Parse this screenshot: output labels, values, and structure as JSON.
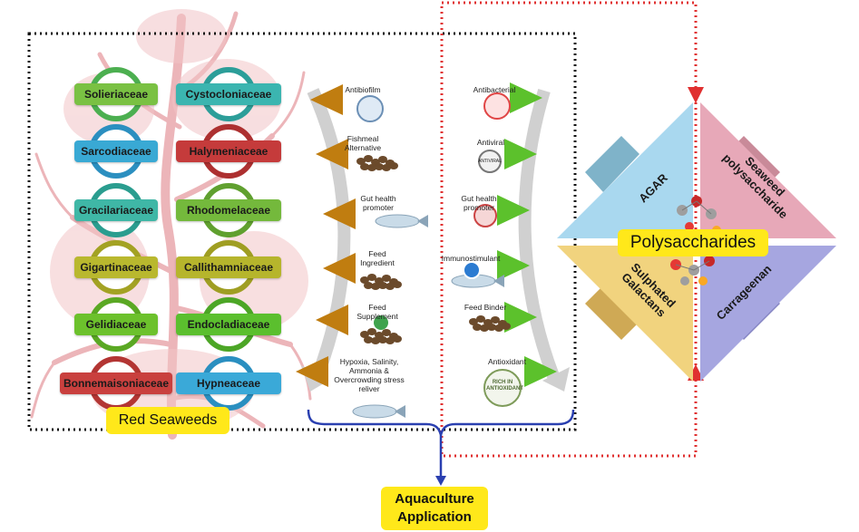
{
  "families_left": [
    {
      "name": "Solieriaceae",
      "color": "#7ac143",
      "ring": "#4caf50"
    },
    {
      "name": "Sarcodiaceae",
      "color": "#39a9d4",
      "ring": "#2b8fc0"
    },
    {
      "name": "Gracilariaceae",
      "color": "#3fb7a6",
      "ring": "#2a9d8f"
    },
    {
      "name": "Gigartinaceae",
      "color": "#b9b82e",
      "ring": "#a3a223"
    },
    {
      "name": "Gelidiaceae",
      "color": "#6cc12c",
      "ring": "#5aa823"
    },
    {
      "name": "Bonnemaisoniaceae",
      "color": "#c9403e",
      "ring": "#b33533"
    }
  ],
  "families_right": [
    {
      "name": "Cystocloniaceae",
      "color": "#3bb5b0",
      "ring": "#2c9e99"
    },
    {
      "name": "Halymeniaceae",
      "color": "#c53b3b",
      "ring": "#ad3030"
    },
    {
      "name": "Rhodomelaceae",
      "color": "#74b93c",
      "ring": "#60a02f"
    },
    {
      "name": "Callithamniaceae",
      "color": "#b6b52c",
      "ring": "#9f9e22"
    },
    {
      "name": "Endocladiaceae",
      "color": "#5bbf2e",
      "ring": "#4ca626"
    },
    {
      "name": "Hypneaceae",
      "color": "#3aa9d8",
      "ring": "#2a8fc0"
    }
  ],
  "applications_left": [
    "Antibiofilm",
    "Fishmeal Alternative",
    "Gut health promoter",
    "Feed Ingredient",
    "Feed Supplement",
    "Hypoxia, Salinity, Ammonia & Overcrowding stress reliver"
  ],
  "applications_right": [
    "Antibacterial",
    "Antiviral",
    "Gut health promoter",
    "Immunostimulant",
    "Feed Binder",
    "Antioxidant"
  ],
  "icon_text": {
    "antiviral": "ANTIVIRAL",
    "antioxidant": "RICH IN ANTIOXIDANT"
  },
  "labels": {
    "red_seaweeds": "Red Seaweeds",
    "aquaculture": "Aquaculture Application",
    "polysaccharides": "Polysaccharides"
  },
  "diamond": {
    "agar": "AGAR",
    "seaweed": "Seaweed polysaccharide",
    "sulphated": "Sulphated Galactans",
    "carrageenan": "Carrageenan"
  },
  "colors": {
    "agar": "#a9d8ef",
    "seaweed": "#e7a8b8",
    "sulphated": "#f1d37e",
    "carrageenan": "#a6a6e0",
    "arrow_left": "#c07d10",
    "arrow_right": "#5cc12c",
    "highlight": "#ffe81a",
    "red_dotted": "#e03030",
    "brace": "#2a3fb0"
  }
}
